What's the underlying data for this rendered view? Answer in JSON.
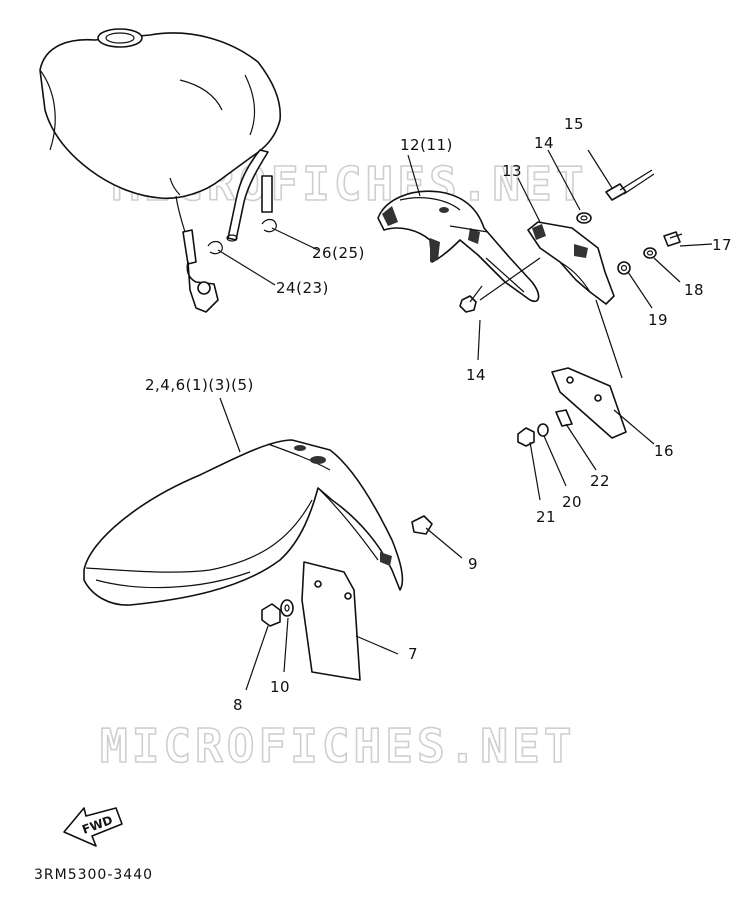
{
  "diagram": {
    "callouts": {
      "c_26_25": "26(25)",
      "c_24_23": "24(23)",
      "c_12_11": "12(11)",
      "c_14_top": "14",
      "c_15": "15",
      "c_13": "13",
      "c_17": "17",
      "c_18": "18",
      "c_19": "19",
      "c_14_low": "14",
      "c_2_4_6": "2,4,6(1)(3)(5)",
      "c_16": "16",
      "c_22": "22",
      "c_20": "20",
      "c_21": "21",
      "c_9": "9",
      "c_7": "7",
      "c_8": "8",
      "c_10": "10"
    },
    "watermark_top": "MICROFICHES.NET",
    "watermark_bottom": "MICROFICHES.NET",
    "fwd_label": "FWD",
    "diagram_code": "3RM5300-3440"
  }
}
